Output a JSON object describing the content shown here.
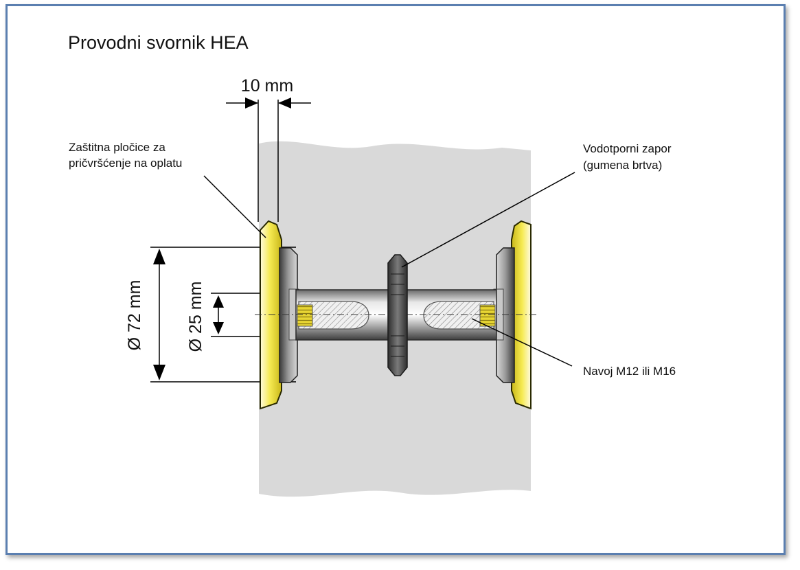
{
  "title": "Provodni svornik HEA",
  "dimensions": {
    "plate_thickness": "10 mm",
    "outer_diameter": "Ø 72 mm",
    "inner_diameter": "Ø 25 mm"
  },
  "labels": {
    "plate": [
      "Zaštitna pločice za",
      "pričvršćenje na oplatu"
    ],
    "seal": [
      "Vodotporni zapor",
      "(gumena brtva)"
    ],
    "thread": "Navoj M12 ili M16"
  },
  "colors": {
    "frame_border": "#5b7fb0",
    "wall_gray": "#d9d9d9",
    "plate_yellow": "#f3e33a",
    "rubber_seal": "#555555"
  }
}
